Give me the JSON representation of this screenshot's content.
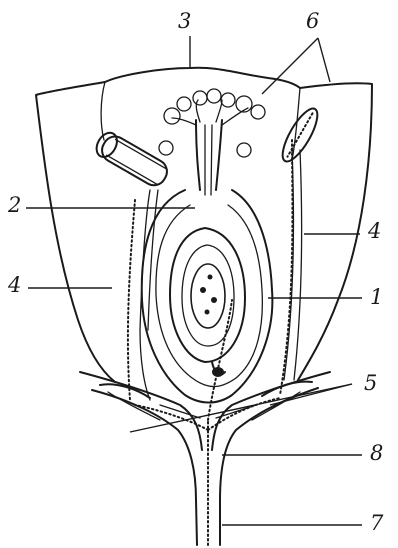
{
  "labels": {
    "l1": "1",
    "l2": "2",
    "l3": "3",
    "l4a": "4",
    "l4b": "4",
    "l5": "5",
    "l6": "6",
    "l7": "7",
    "l8": "8"
  }
}
